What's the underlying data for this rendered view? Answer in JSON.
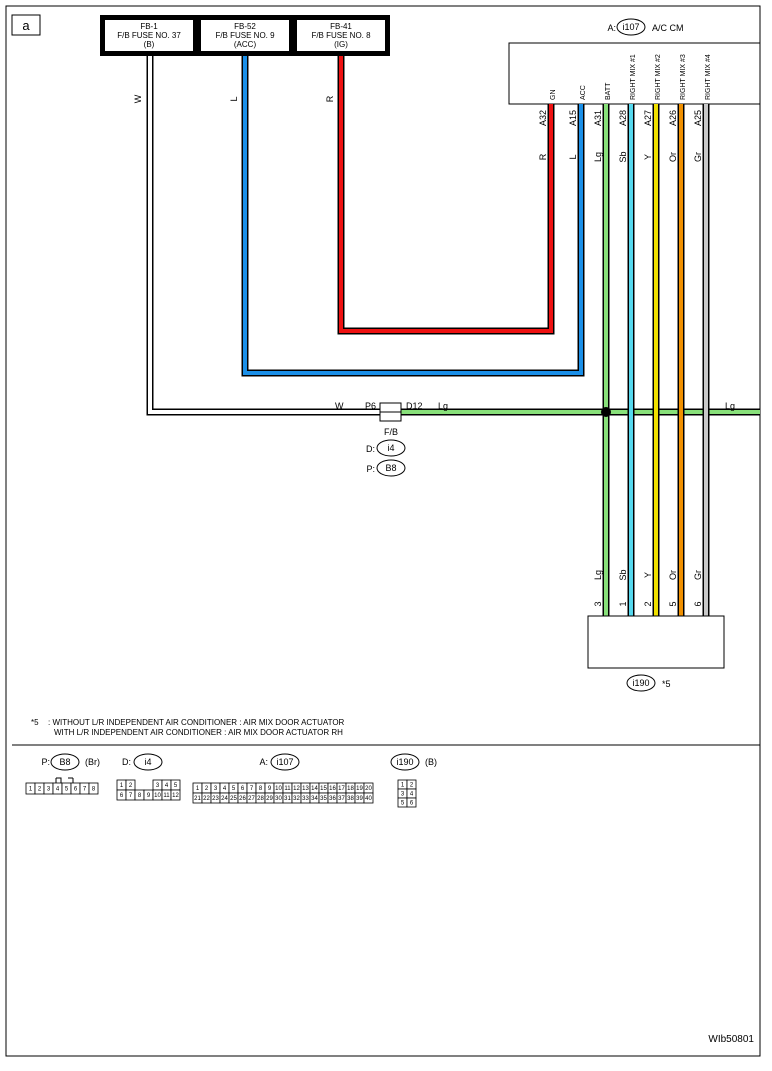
{
  "frame": {
    "label": "a",
    "figure_id": "WIb50801"
  },
  "fuses": [
    {
      "id": "FB-1",
      "name": "F/B FUSE NO. 37",
      "sub": "(B)",
      "wire": "W"
    },
    {
      "id": "FB-52",
      "name": "F/B FUSE NO. 9",
      "sub": "(ACC)",
      "wire": "L"
    },
    {
      "id": "FB-41",
      "name": "F/B FUSE NO. 8",
      "sub": "(IG)",
      "wire": "R"
    }
  ],
  "ac_module": {
    "prefix": "A:",
    "connector": "i107",
    "name": "A/C CM",
    "terminals": [
      {
        "label": "GN",
        "pin": "A32",
        "wire": "R"
      },
      {
        "label": "ACC",
        "pin": "A15",
        "wire": "L"
      },
      {
        "label": "BATT",
        "pin": "A31",
        "wire": "Lg"
      },
      {
        "label": "RIGHT MIX #1",
        "pin": "A28",
        "wire": "Sb"
      },
      {
        "label": "RIGHT MIX #2",
        "pin": "A27",
        "wire": "Y"
      },
      {
        "label": "RIGHT MIX #3",
        "pin": "A26",
        "wire": "Or"
      },
      {
        "label": "RIGHT MIX #4",
        "pin": "A25",
        "wire": "Gr"
      }
    ]
  },
  "joint": {
    "left_wire": "W",
    "left_pin": "P6",
    "right_pin": "D12",
    "right_wire": "Lg",
    "far_right_wire": "Lg",
    "name": "F/B",
    "refs": [
      {
        "prefix": "D:",
        "connector": "i4"
      },
      {
        "prefix": "P:",
        "connector": "B8"
      }
    ]
  },
  "actuator": {
    "connector": "i190",
    "note_mark": "*5",
    "pins": [
      {
        "wire": "Lg",
        "pin": "3"
      },
      {
        "wire": "Sb",
        "pin": "1"
      },
      {
        "wire": "Y",
        "pin": "2"
      },
      {
        "wire": "Or",
        "pin": "5"
      },
      {
        "wire": "Gr",
        "pin": "6"
      }
    ]
  },
  "notes": {
    "mark": "*5",
    "line1": ": WITHOUT L/R INDEPENDENT AIR CONDITIONER  : AIR MIX DOOR ACTUATOR",
    "line2": "WITH L/R INDEPENDENT AIR CONDITIONER  : AIR MIX DOOR ACTUATOR RH"
  },
  "connector_views": [
    {
      "prefix": "P:",
      "connector": "B8",
      "color": "(Br)",
      "rows": [
        [
          "1",
          "2",
          "3",
          "4",
          "5",
          "6",
          "7",
          "8"
        ]
      ]
    },
    {
      "prefix": "D:",
      "connector": "i4",
      "color": "",
      "rows": [
        [
          "1",
          "2",
          "3",
          "4",
          "5"
        ],
        [
          "6",
          "7",
          "8",
          "9",
          "10",
          "11",
          "12"
        ]
      ]
    },
    {
      "prefix": "A:",
      "connector": "i107",
      "color": "",
      "rows": [
        [
          "1",
          "2",
          "3",
          "4",
          "5",
          "6",
          "7",
          "8",
          "9",
          "10",
          "11",
          "12",
          "13",
          "14",
          "15",
          "16",
          "17",
          "18",
          "19",
          "20"
        ],
        [
          "21",
          "22",
          "23",
          "24",
          "25",
          "26",
          "27",
          "28",
          "29",
          "30",
          "31",
          "32",
          "33",
          "34",
          "35",
          "36",
          "37",
          "38",
          "39",
          "40"
        ]
      ]
    },
    {
      "prefix": "",
      "connector": "i190",
      "color": "(B)",
      "rows": [
        [
          "1",
          "2"
        ],
        [
          "3",
          "4"
        ],
        [
          "5",
          "6"
        ]
      ]
    }
  ],
  "colors": {
    "R": "#ee1111",
    "L": "#1a8fe8",
    "Lg": "#88e07a",
    "Sb": "#55d8ee",
    "Y": "#f0e000",
    "Or": "#f09000",
    "Gr": "#c8c8c8",
    "W": "#ffffff"
  }
}
